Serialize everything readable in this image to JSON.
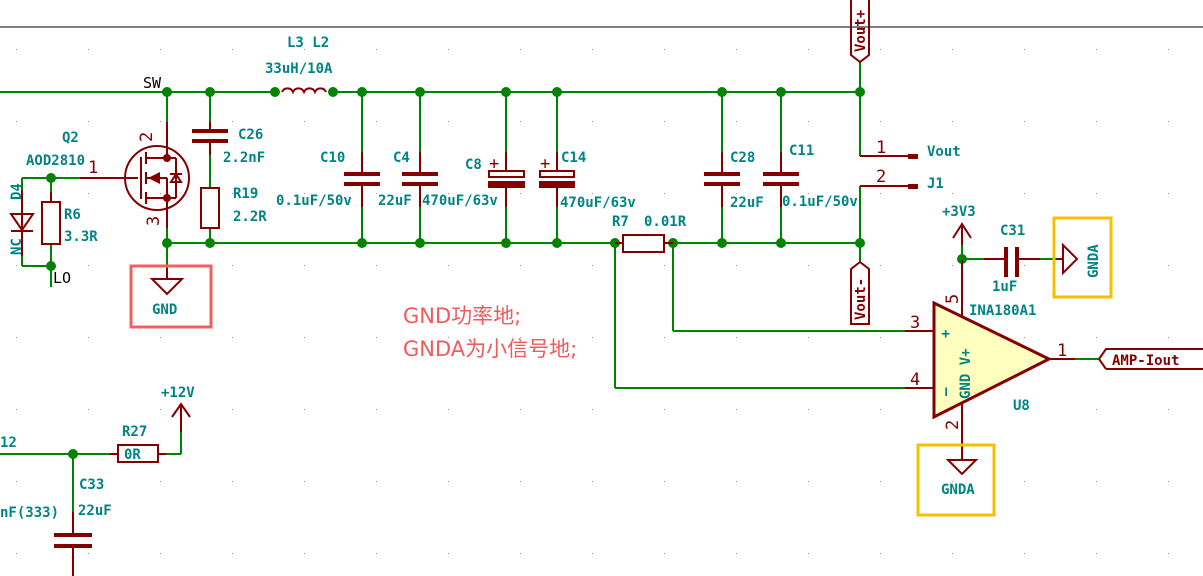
{
  "schematic": {
    "nets": {
      "sw": "SW",
      "lo": "LO",
      "v12_left": "12"
    },
    "power_symbols": {
      "gnd": "GND",
      "gnda_top": "GNDA",
      "gnda_bottom": "GNDA",
      "v3v3": "+3V3",
      "v12": "+12V"
    },
    "global_labels": {
      "vout_plus": "Vout+",
      "vout_minus": "Vout-",
      "amp_iout": "AMP-Iout"
    },
    "components": {
      "inductor": {
        "ref": "L3 L2",
        "value": "33uH/10A"
      },
      "q2": {
        "ref": "Q2",
        "value": "AOD2810",
        "pin_gate": "1",
        "pin_drain": "2",
        "pin_source": "3"
      },
      "d4": {
        "ref": "D4",
        "value": "NC"
      },
      "r6": {
        "ref": "R6",
        "value": "3.3R"
      },
      "c26": {
        "ref": "C26",
        "value": "2.2nF"
      },
      "r19": {
        "ref": "R19",
        "value": "2.2R"
      },
      "c10": {
        "ref": "C10",
        "value": "0.1uF/50v"
      },
      "c4": {
        "ref": "C4",
        "value": "22uF"
      },
      "c8": {
        "ref": "C8",
        "value": "470uF/63v",
        "polarity": "+"
      },
      "c14": {
        "ref": "C14",
        "value": "470uF/63v",
        "polarity": "+"
      },
      "r7": {
        "ref": "R7",
        "value": "0.01R"
      },
      "c28": {
        "ref": "C28",
        "value": "22uF"
      },
      "c11": {
        "ref": "C11",
        "value": "0.1uF/50v"
      },
      "j1": {
        "ref": "J1",
        "value": "Vout",
        "pin1": "1",
        "pin2": "2"
      },
      "c31": {
        "ref": "C31",
        "value": "1uF"
      },
      "u8": {
        "ref": "U8",
        "value": "INA180A1",
        "pin_out": "1",
        "pin_gnd": "2",
        "pin_inp": "3",
        "pin_inn": "4",
        "pin_vcc": "5",
        "label_plus": "+",
        "label_minus": "–",
        "label_inner": "GND V+"
      },
      "r27": {
        "ref": "R27",
        "value": "0R"
      },
      "c33": {
        "ref": "C33",
        "value": "22uF"
      },
      "cleft": {
        "value": "nF(333)"
      }
    },
    "notes": {
      "line1": "GND功率地;",
      "line2": "GNDA为小信号地;"
    }
  }
}
